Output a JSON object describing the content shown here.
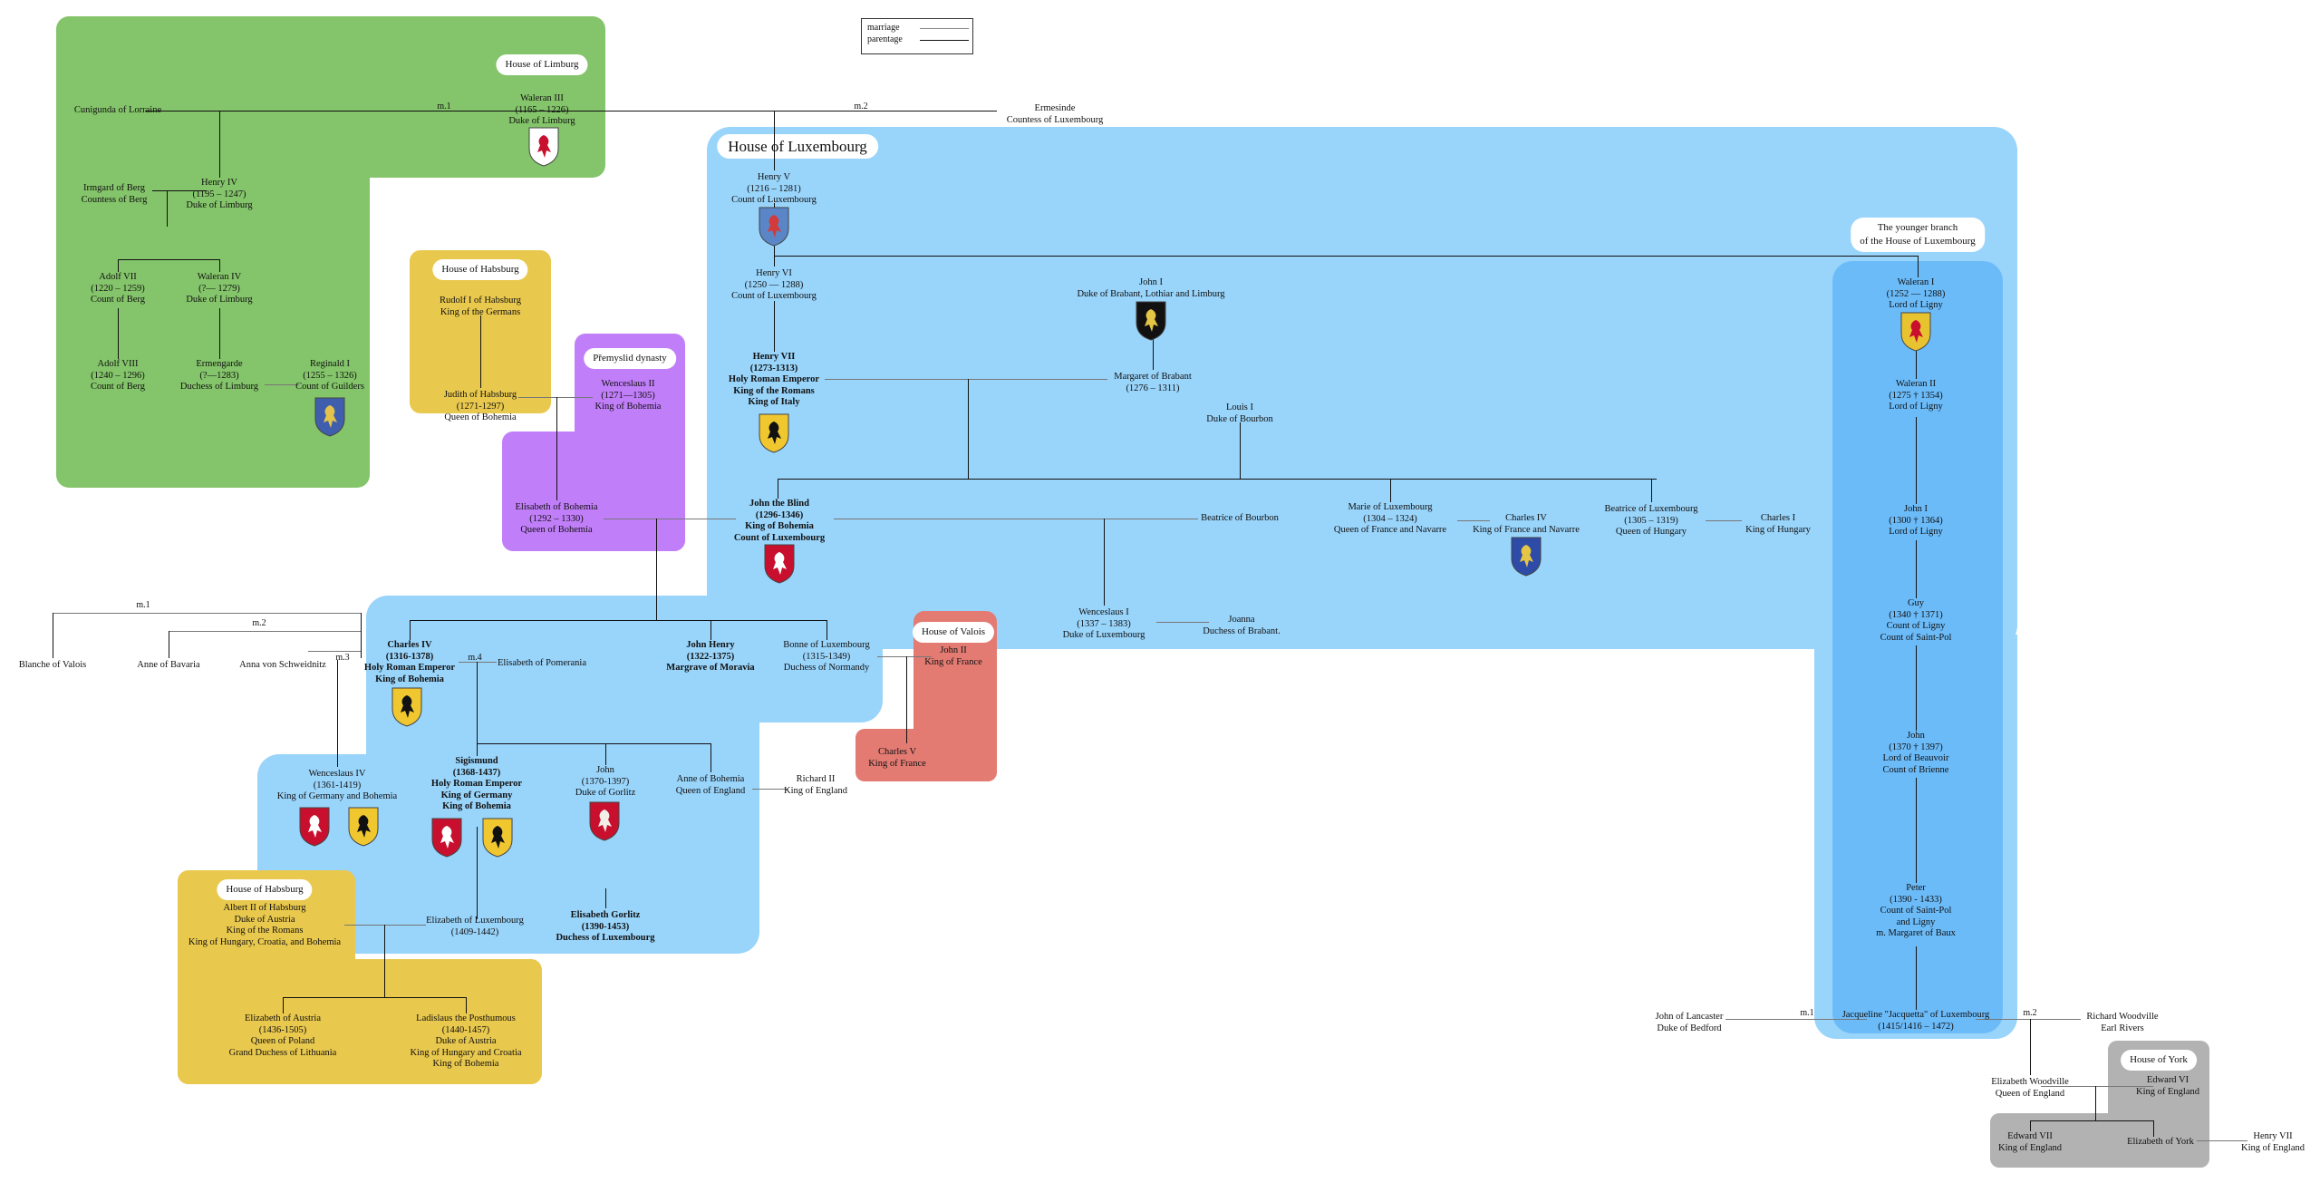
{
  "legend": {
    "marriage": "marriage",
    "parentage": "parentage"
  },
  "colors": {
    "limburg": "#84c46a",
    "luxembourg": "#99d4fa",
    "younger_branch": "#6cbbf9",
    "habsburg": "#e9c84e",
    "premyslid": "#c17ef9",
    "valois": "#e37b73",
    "york": "#b2b2b2",
    "line": "#111111"
  },
  "houses": {
    "limburg": "House of Limburg",
    "luxembourg": "House of Luxembourg",
    "habsburg_top": "House of Habsburg",
    "premyslid": "Přemyslid dynasty",
    "valois": "House of Valois",
    "habsburg_bottom": "House of Habsburg",
    "younger_branch_1": "The younger branch",
    "younger_branch_2": "of the House of Luxembourg",
    "york": "House of York"
  },
  "marriage_labels": {
    "waleran_m1": "m.1",
    "waleran_m2": "m.2",
    "charles_m1": "m.1",
    "charles_m2": "m.2",
    "charles_m3": "m.3",
    "charles_m4": "m.4",
    "jacquetta_m1": "m.1",
    "jacquetta_m2": "m.2"
  },
  "people": {
    "cunigunda": [
      "Cunigunda of Lorraine"
    ],
    "waleran3": [
      "Waleran III",
      "(1165 – 1226)",
      "Duke of Limburg"
    ],
    "ermesinde": [
      "Ermesinde",
      "Countess of Luxembourg"
    ],
    "irmgard": [
      "Irmgard of Berg",
      "Countess of Berg"
    ],
    "henry4": [
      "Henry IV",
      "(1195 – 1247)",
      "Duke of Limburg"
    ],
    "adolf7": [
      "Adolf VII",
      "(1220 – 1259)",
      "Count of Berg"
    ],
    "waleran4": [
      "Waleran IV",
      "(?— 1279)",
      "Duke of Limburg"
    ],
    "adolf8": [
      "Adolf VIII",
      "(1240 – 1296)",
      "Count of Berg"
    ],
    "ermengarde": [
      "Ermengarde",
      "(?—1283)",
      "Duchess of Limburg"
    ],
    "reginald": [
      "Reginald I",
      "(1255 – 1326)",
      "Count of Guilders"
    ],
    "rudolf": [
      "Rudolf I of Habsburg",
      "King of the Germans"
    ],
    "judith": [
      "Judith of Habsburg",
      "(1271-1297)",
      "Queen of Bohemia"
    ],
    "wenceslaus2": [
      "Wenceslaus II",
      "(1271—1305)",
      "King of Bohemia"
    ],
    "elisabeth_bohemia": [
      "Elisabeth of Bohemia",
      "(1292 – 1330)",
      "Queen of Bohemia"
    ],
    "henry5": [
      "Henry V",
      "(1216 – 1281)",
      "Count of Luxembourg"
    ],
    "henry6": [
      "Henry VI",
      "(1250 — 1288)",
      "Count of Luxembourg"
    ],
    "henry7": [
      "Henry VII",
      "(1273-1313)",
      "Holy Roman Emperor",
      "King of the Romans",
      "King of Italy"
    ],
    "john1_brabant": [
      "John I",
      "Duke of Brabant, Lothiar and Limburg"
    ],
    "margaret_brabant": [
      "Margaret of Brabant",
      "(1276 – 1311)"
    ],
    "louis1": [
      "Louis I",
      "Duke of Bourbon"
    ],
    "john_blind": [
      "John the Blind",
      "(1296-1346)",
      "King of Bohemia",
      "Count of Luxembourg"
    ],
    "beatrice_bourbon": [
      "Beatrice of  Bourbon"
    ],
    "marie_lux": [
      "Marie of Luxembourg",
      "(1304 – 1324)",
      "Queen of France and Navarre"
    ],
    "charles4_france": [
      "Charles IV",
      "King of France and Navarre"
    ],
    "beatrice_lux": [
      "Beatrice of Luxembourg",
      "(1305 – 1319)",
      "Queen of Hungary"
    ],
    "charles1_hungary": [
      "Charles I",
      "King of Hungary"
    ],
    "wenceslaus1": [
      "Wenceslaus I",
      "(1337 – 1383)",
      "Duke of Luxembourg"
    ],
    "joanna": [
      "Joanna",
      "Duchess of Brabant."
    ],
    "blanche": [
      "Blanche of Valois"
    ],
    "anne_bavaria": [
      "Anne of Bavaria"
    ],
    "anna_schweidnitz": [
      "Anna von Schweidnitz"
    ],
    "charles4": [
      "Charles IV",
      "(1316-1378)",
      "Holy Roman Emperor",
      "King of Bohemia"
    ],
    "elisabeth_pomerania": [
      "Elisabeth of Pomerania"
    ],
    "john_henry": [
      "John Henry",
      "(1322-1375)",
      "Margrave of Moravia"
    ],
    "bonne": [
      "Bonne of Luxembourg",
      "(1315-1349)",
      "Duchess of Normandy"
    ],
    "john2_france": [
      "John II",
      "King of France"
    ],
    "charles5": [
      "Charles V",
      "King of France"
    ],
    "wenceslaus4": [
      "Wenceslaus IV",
      "(1361-1419)",
      "King of Germany and Bohemia"
    ],
    "sigismund": [
      "Sigismund",
      "(1368-1437)",
      "Holy Roman Emperor",
      "King of Germany",
      "King of Bohemia"
    ],
    "john_gorlitz": [
      "John",
      "(1370-1397)",
      "Duke of Gorlitz"
    ],
    "anne_bohemia": [
      "Anne of Bohemia",
      "Queen of England"
    ],
    "richard2": [
      "Richard II",
      "King of England"
    ],
    "albert2": [
      "Albert II of Habsburg",
      "Duke of Austria",
      "King of the Romans",
      "King of Hungary, Croatia, and Bohemia"
    ],
    "elisabeth_lux": [
      "Elizabeth of Luxembourg",
      "(1409-1442)"
    ],
    "elisabeth_gorlitz": [
      "Elisabeth Gorlitz",
      "(1390-1453)",
      "Duchess of Luxembourg"
    ],
    "elizabeth_austria": [
      "Elizabeth of Austria",
      "(1436-1505)",
      "Queen of Poland",
      "Grand Duchess of Lithuania"
    ],
    "ladislaus": [
      "Ladislaus the Posthumous",
      "(1440-1457)",
      "Duke of Austria",
      "King of Hungary and Croatia",
      "King of Bohemia"
    ],
    "waleran1_ligny": [
      "Waleran I",
      "(1252 — 1288)",
      "Lord of Ligny"
    ],
    "waleran2_ligny": [
      "Waleran II",
      "(1275 † 1354)",
      "Lord of Ligny"
    ],
    "john1_ligny": [
      "John I",
      "(1300 † 1364)",
      "Lord of Ligny"
    ],
    "guy": [
      "Guy",
      "(1340 † 1371)",
      "Count of Ligny",
      "Count of Saint-Pol"
    ],
    "john_beauvoir": [
      "John",
      "(1370 † 1397)",
      "Lord of Beauvoir",
      "Count of Brienne"
    ],
    "peter": [
      "Peter",
      "(1390 - 1433)",
      "Count of Saint-Pol",
      "and Ligny",
      "m. Margaret of Baux"
    ],
    "jacquetta": [
      "Jacqueline \"Jacquetta\" of Luxembourg",
      "(1415/1416 – 1472)"
    ],
    "john_lancaster": [
      "John of Lancaster",
      "Duke of Bedford"
    ],
    "richard_woodville": [
      "Richard Woodville",
      "Earl Rivers"
    ],
    "elizabeth_woodville": [
      "Elizabeth Woodville",
      "Queen of England"
    ],
    "edward4": [
      "Edward VI",
      "King of England"
    ],
    "edward7": [
      "Edward VII",
      "King of England"
    ],
    "elizabeth_york": [
      "Elizabeth of York"
    ],
    "henry7_england": [
      "Henry VII",
      "King of England"
    ]
  },
  "coats_of_arms": {
    "waleran3": "limburg-lion-icon",
    "reginald": "guelders-lion-icon",
    "henry5": "luxembourg-lion-icon",
    "john1_brabant": "brabant-limburg-arms-icon",
    "henry7": "imperial-eagle-icon",
    "john_blind": "bohemia-luxembourg-arms-icon",
    "charles4_france": "france-navarre-arms-icon",
    "charles4": "imperial-eagle-icon",
    "wenceslaus4": [
      "bohemian-lion-icon",
      "imperial-eagle-icon"
    ],
    "sigismund": [
      "hungary-arms-icon",
      "imperial-eagle-icon"
    ],
    "john_gorlitz": "gorlitz-arms-icon",
    "waleran1_ligny": "ligny-arms-icon"
  }
}
